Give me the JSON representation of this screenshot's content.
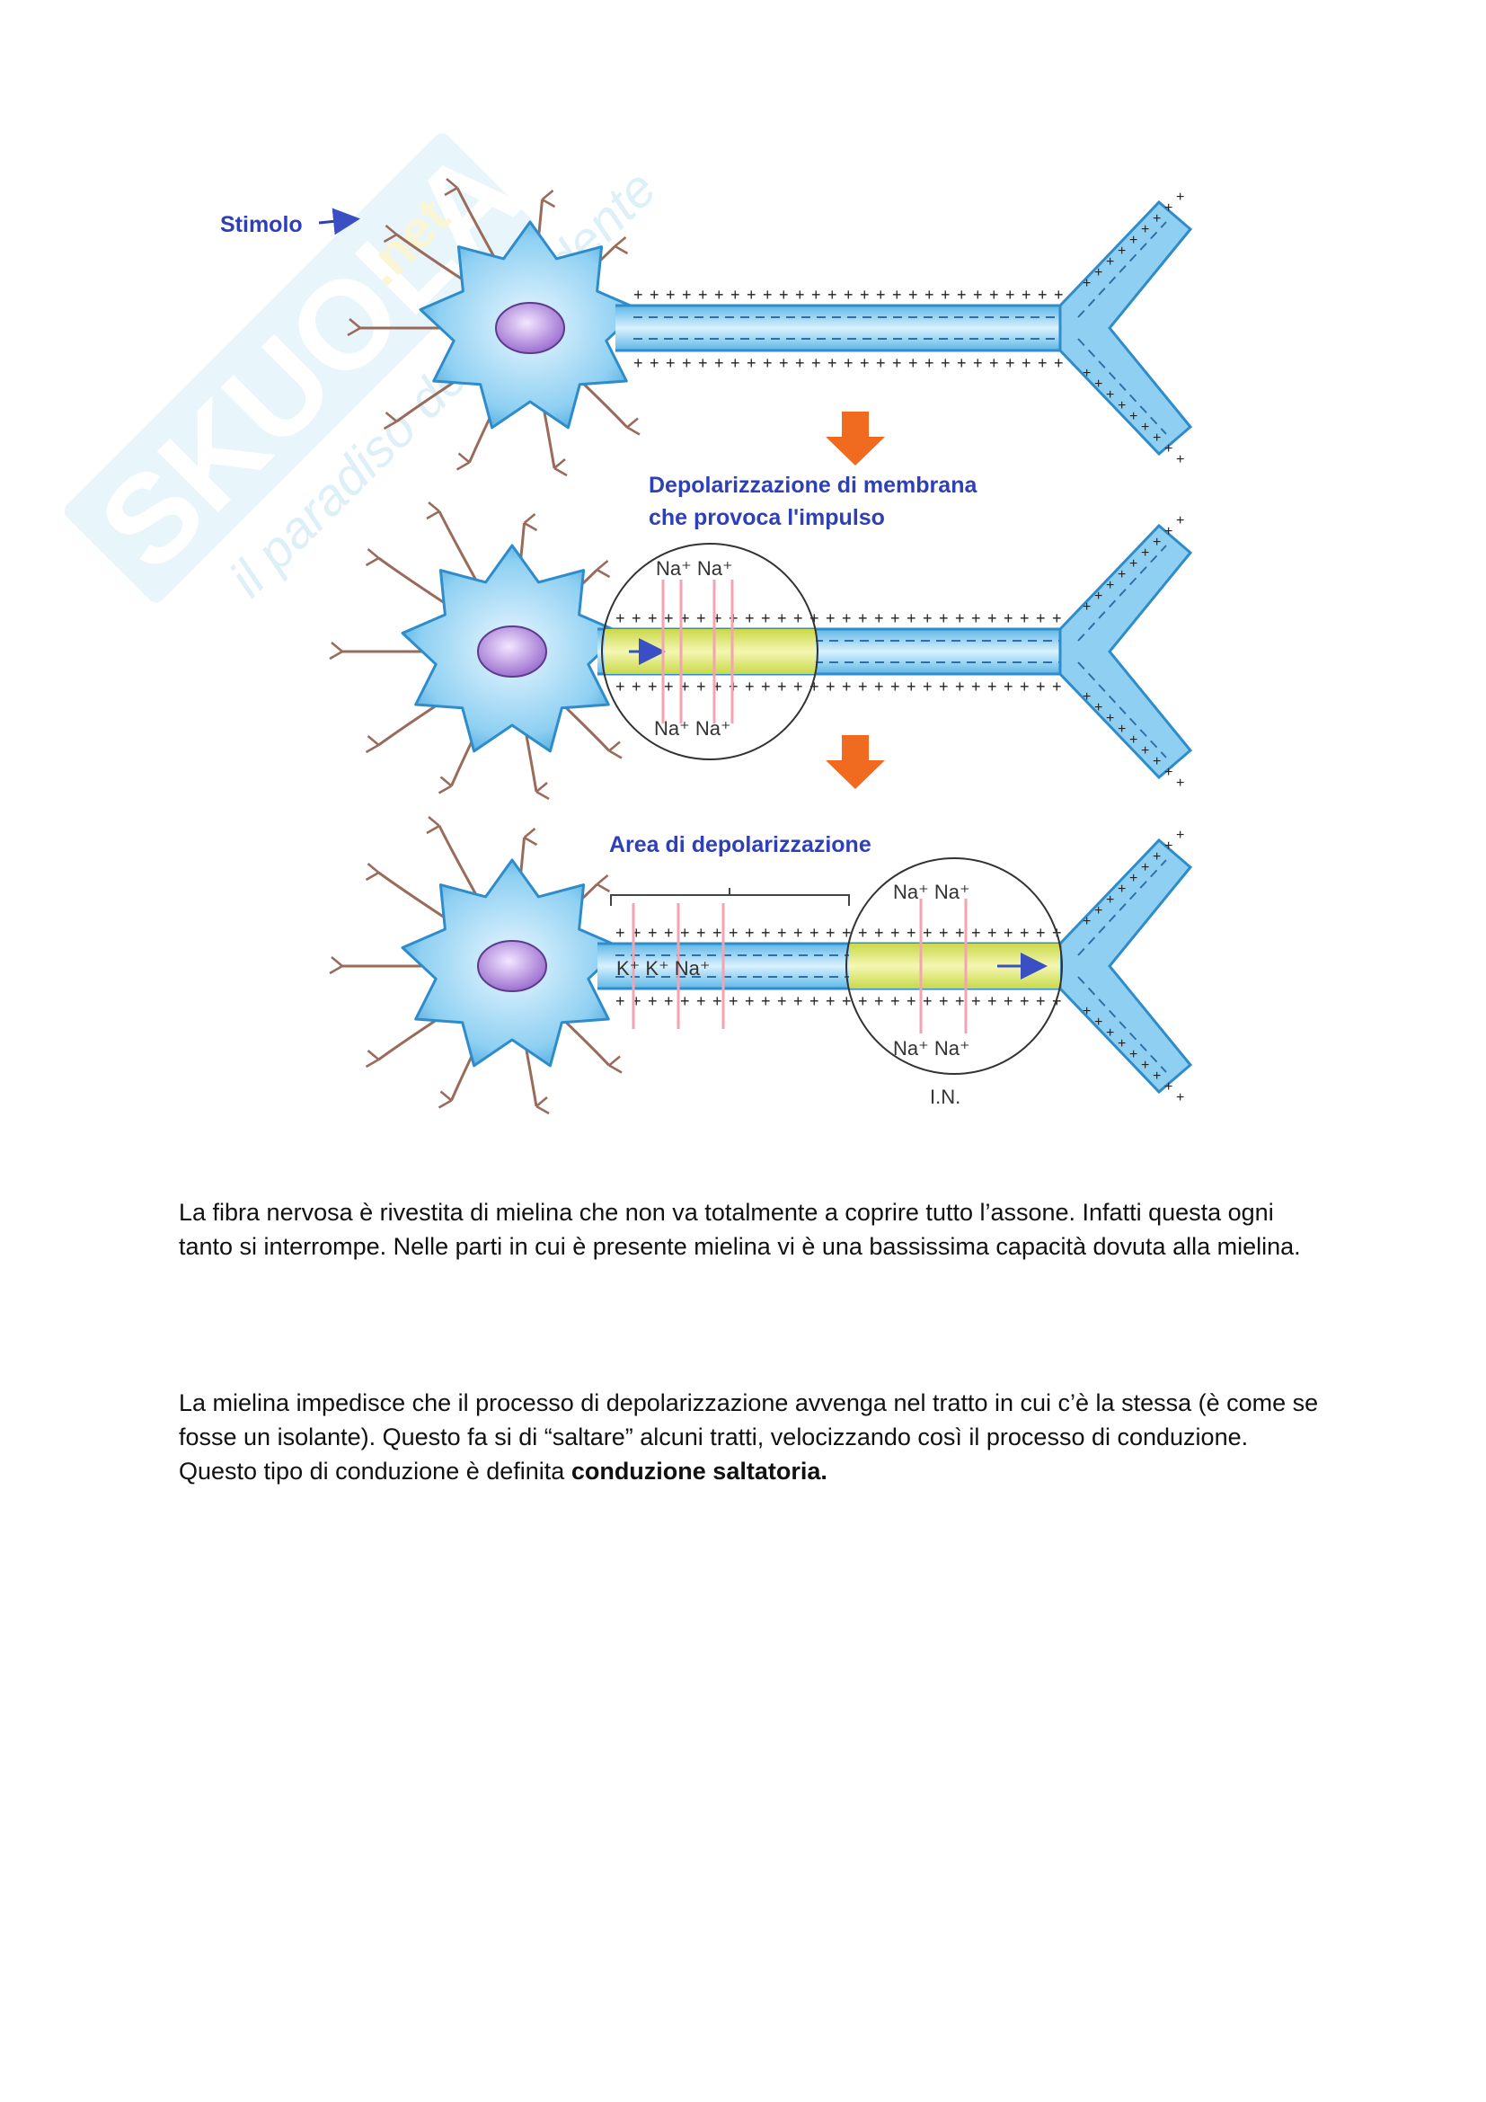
{
  "figure": {
    "stimulus_label": "Stimolo",
    "depolarization_caption_line1": "Depolarizzazione di membrana",
    "depolarization_caption_line2": "che provoca l'impulso",
    "area_label": "Area di depolarizzazione",
    "ion_na": "Na⁺ Na⁺",
    "ion_k_row": "K⁺  K⁺  Na⁺",
    "node_label": "I.N."
  },
  "watermark": {
    "brand": "SKUOLA.net",
    "tagline": "il paradiso dello studente"
  },
  "text": {
    "paragraph1": "La fibra nervosa è rivestita di mielina che non va totalmente a coprire tutto l’assone. Infatti questa ogni tanto si interrompe. Nelle parti in cui è presente mielina vi è una bassissima capacità dovuta alla mielina.",
    "paragraph2_start": "La mielina impedisce che il processo di depolarizzazione avvenga nel tratto in cui c’è la stessa (è come se fosse un isolante). Questo fa si di “saltare” alcuni tratti, velocizzando così il processo di conduzione. Questo tipo di conduzione è definita ",
    "paragraph2_bold": "conduzione saltatoria."
  }
}
